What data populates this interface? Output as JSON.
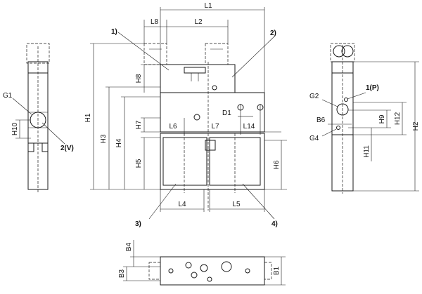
{
  "labels": {
    "L1": "L1",
    "L2": "L2",
    "L4": "L4",
    "L5": "L5",
    "L6": "L6",
    "L7": "L7",
    "L8": "L8",
    "L14": "L14",
    "D1": "D1",
    "H1": "H1",
    "H2": "H2",
    "H3": "H3",
    "H4": "H4",
    "H5": "H5",
    "H6": "H6",
    "H7": "H7",
    "H8": "H8",
    "H9": "H9",
    "H10": "H10",
    "H11": "H11",
    "H12": "H12",
    "B1": "B1",
    "B3": "B3",
    "B4": "B4",
    "B6": "B6",
    "G1": "G1",
    "G2": "G2",
    "G4": "G4"
  },
  "callouts": {
    "c1": "1)",
    "c2": "2)",
    "c3": "3)",
    "c4": "4)",
    "c2v": "2(V)",
    "c1p": "1(P)"
  }
}
